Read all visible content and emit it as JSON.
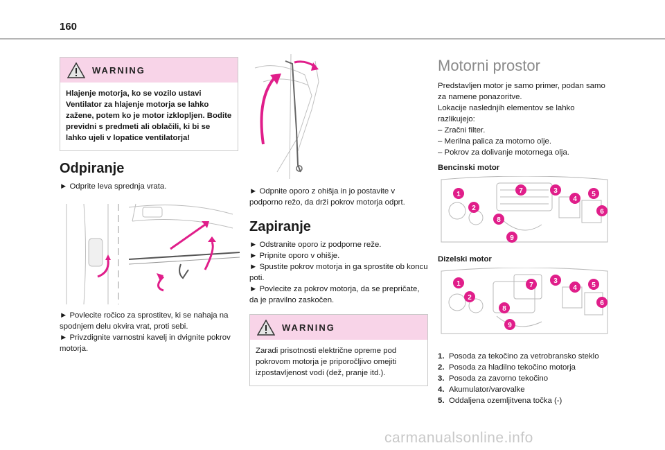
{
  "page_number": "160",
  "column1": {
    "warning": {
      "title": "WARNING",
      "text": "Hlajenje motorja, ko se vozilo ustavi Ventilator za hlajenje motorja se lahko zažene, potem ko je motor izklopljen. Bodite previdni s predmeti ali oblačili, ki bi se lahko ujeli v lopatice ventilatorja!"
    },
    "heading": "Odpiranje",
    "step1": "► Odprite leva sprednja vrata.",
    "step2": "► Povlecite ročico za sprostitev, ki se nahaja na spodnjem delu okvira vrat, proti sebi.",
    "step3": "► Privzdignite varnostni kavelj in dvignite pokrov motorja."
  },
  "column2": {
    "step4": "► Odpnite oporo z ohišja in jo postavite v podporno režo, da drži pokrov motorja odprt.",
    "heading": "Zapiranje",
    "close_steps": [
      "► Odstranite oporo iz podporne reže.",
      "► Pripnite oporo v ohišje.",
      "► Spustite pokrov motorja in ga sprostite ob koncu poti.",
      "► Povlecite za pokrov motorja, da se prepričate, da je pravilno zaskočen."
    ],
    "warning": {
      "title": "WARNING",
      "text": "Zaradi prisotnosti električne opreme pod pokrovom motorja je priporočljivo omejiti izpostavljenost vodi (dež, pranje itd.)."
    }
  },
  "column3": {
    "title": "Motorni prostor",
    "intro": [
      "Predstavljen motor je samo primer, podan samo za namene ponazoritve.",
      "Lokacije naslednjih elementov se lahko razlikujejo:",
      "– Zračni filter.",
      "– Merilna palica za motorno olje.",
      "– Pokrov za dolivanje motornega olja."
    ],
    "petrol_label": "Bencinski motor",
    "diesel_label": "Dizelski motor",
    "badges": [
      "1",
      "2",
      "3",
      "4",
      "5",
      "6",
      "7",
      "8",
      "9"
    ],
    "legend": [
      {
        "num": "1.",
        "text": "Posoda za tekočino za vetrobransko steklo"
      },
      {
        "num": "2.",
        "text": "Posoda za hladilno tekočino motorja"
      },
      {
        "num": "3.",
        "text": "Posoda za zavorno tekočino"
      },
      {
        "num": "4.",
        "text": "Akumulator/varovalke"
      },
      {
        "num": "5.",
        "text": "Oddaljena ozemljitvena točka (-)"
      }
    ]
  },
  "watermark": "carmanualsonline.info",
  "colors": {
    "accent": "#e01e8a",
    "warning_header_bg": "#f8d4e8",
    "title_gray": "#8a8a8a",
    "rule_gray": "#b5b5b5"
  }
}
